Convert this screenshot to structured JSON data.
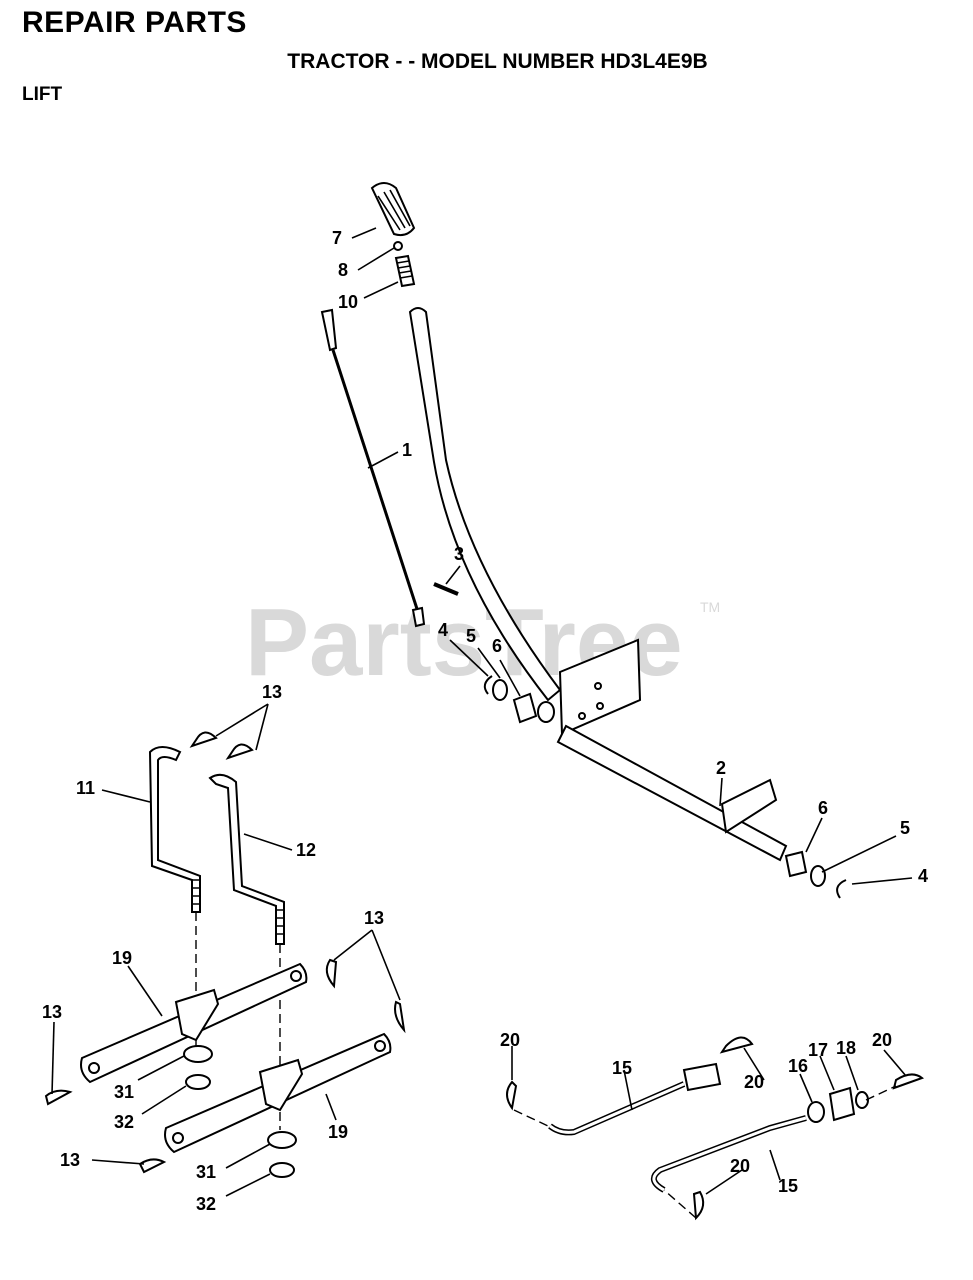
{
  "header": {
    "title": "REPAIR PARTS",
    "subtitle": "TRACTOR - - MODEL NUMBER HD3L4E9B",
    "section": "LIFT"
  },
  "watermark": {
    "text": "PartsTree",
    "mark": "TM"
  },
  "callouts": [
    {
      "id": "c7",
      "label": "7"
    },
    {
      "id": "c8",
      "label": "8"
    },
    {
      "id": "c10",
      "label": "10"
    },
    {
      "id": "c1",
      "label": "1"
    },
    {
      "id": "c3",
      "label": "3"
    },
    {
      "id": "c4a",
      "label": "4"
    },
    {
      "id": "c5a",
      "label": "5"
    },
    {
      "id": "c6a",
      "label": "6"
    },
    {
      "id": "c2",
      "label": "2"
    },
    {
      "id": "c6b",
      "label": "6"
    },
    {
      "id": "c5b",
      "label": "5"
    },
    {
      "id": "c4b",
      "label": "4"
    },
    {
      "id": "c13a",
      "label": "13"
    },
    {
      "id": "c11",
      "label": "11"
    },
    {
      "id": "c12",
      "label": "12"
    },
    {
      "id": "c19a",
      "label": "19"
    },
    {
      "id": "c13b",
      "label": "13"
    },
    {
      "id": "c13c",
      "label": "13"
    },
    {
      "id": "c31a",
      "label": "31"
    },
    {
      "id": "c32a",
      "label": "32"
    },
    {
      "id": "c19b",
      "label": "19"
    },
    {
      "id": "c13d",
      "label": "13"
    },
    {
      "id": "c31b",
      "label": "31"
    },
    {
      "id": "c32b",
      "label": "32"
    },
    {
      "id": "c20a",
      "label": "20"
    },
    {
      "id": "c15a",
      "label": "15"
    },
    {
      "id": "c20b",
      "label": "20"
    },
    {
      "id": "c16",
      "label": "16"
    },
    {
      "id": "c17",
      "label": "17"
    },
    {
      "id": "c18",
      "label": "18"
    },
    {
      "id": "c20c",
      "label": "20"
    },
    {
      "id": "c20d",
      "label": "20"
    },
    {
      "id": "c15b",
      "label": "15"
    }
  ]
}
